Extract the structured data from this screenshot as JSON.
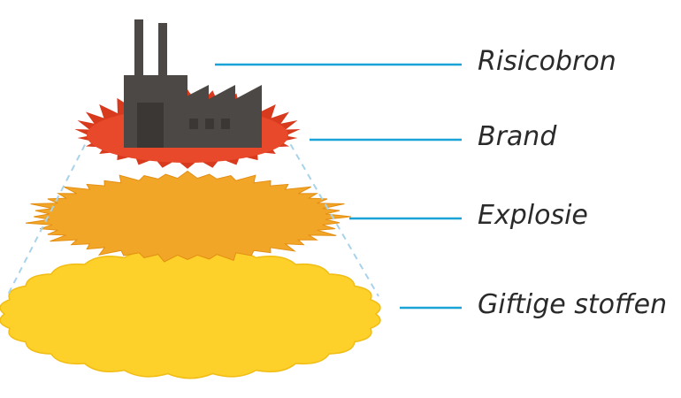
{
  "colors": {
    "factory": "#4b4845",
    "factory_dark": "#3a3734",
    "fire": "#e8492a",
    "fire_edge": "#d83a1e",
    "explosion": "#f2a628",
    "explosion_edge": "#e38e12",
    "toxic": "#fdd02a",
    "toxic_edge": "#f1bd14",
    "leader_line": "#1aa3d6",
    "cone_dash": "#a9d3ea",
    "label_text": "#2a2a2a"
  },
  "icons": {
    "risk_source": "factory-icon",
    "fire": "fire-icon",
    "explosion": "explosion-icon",
    "toxic": "toxic-cloud-icon"
  },
  "layers": [
    {
      "id": "risk_source",
      "label": "Risicobron"
    },
    {
      "id": "fire",
      "label": "Brand"
    },
    {
      "id": "explosion",
      "label": "Explosie"
    },
    {
      "id": "toxic",
      "label": "Giftige stoffen"
    }
  ]
}
